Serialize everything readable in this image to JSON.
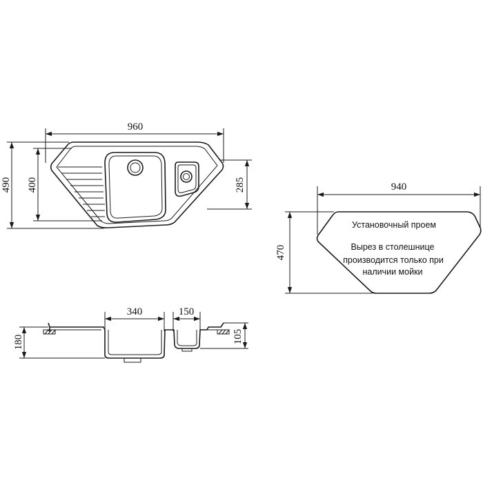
{
  "top_view": {
    "dims": {
      "overall_width": "960",
      "overall_depth": "490",
      "inner_depth": "400",
      "side_depth": "285"
    }
  },
  "cutout": {
    "dims": {
      "width": "940",
      "depth": "470"
    },
    "label": "Установочный проем",
    "note_lines": [
      "Вырез в столешнице",
      "производится только при",
      "наличии мойки"
    ]
  },
  "section_view": {
    "dims": {
      "main_bowl_width": "340",
      "small_bowl_width": "150",
      "total_height": "180",
      "small_bowl_height": "105"
    }
  }
}
